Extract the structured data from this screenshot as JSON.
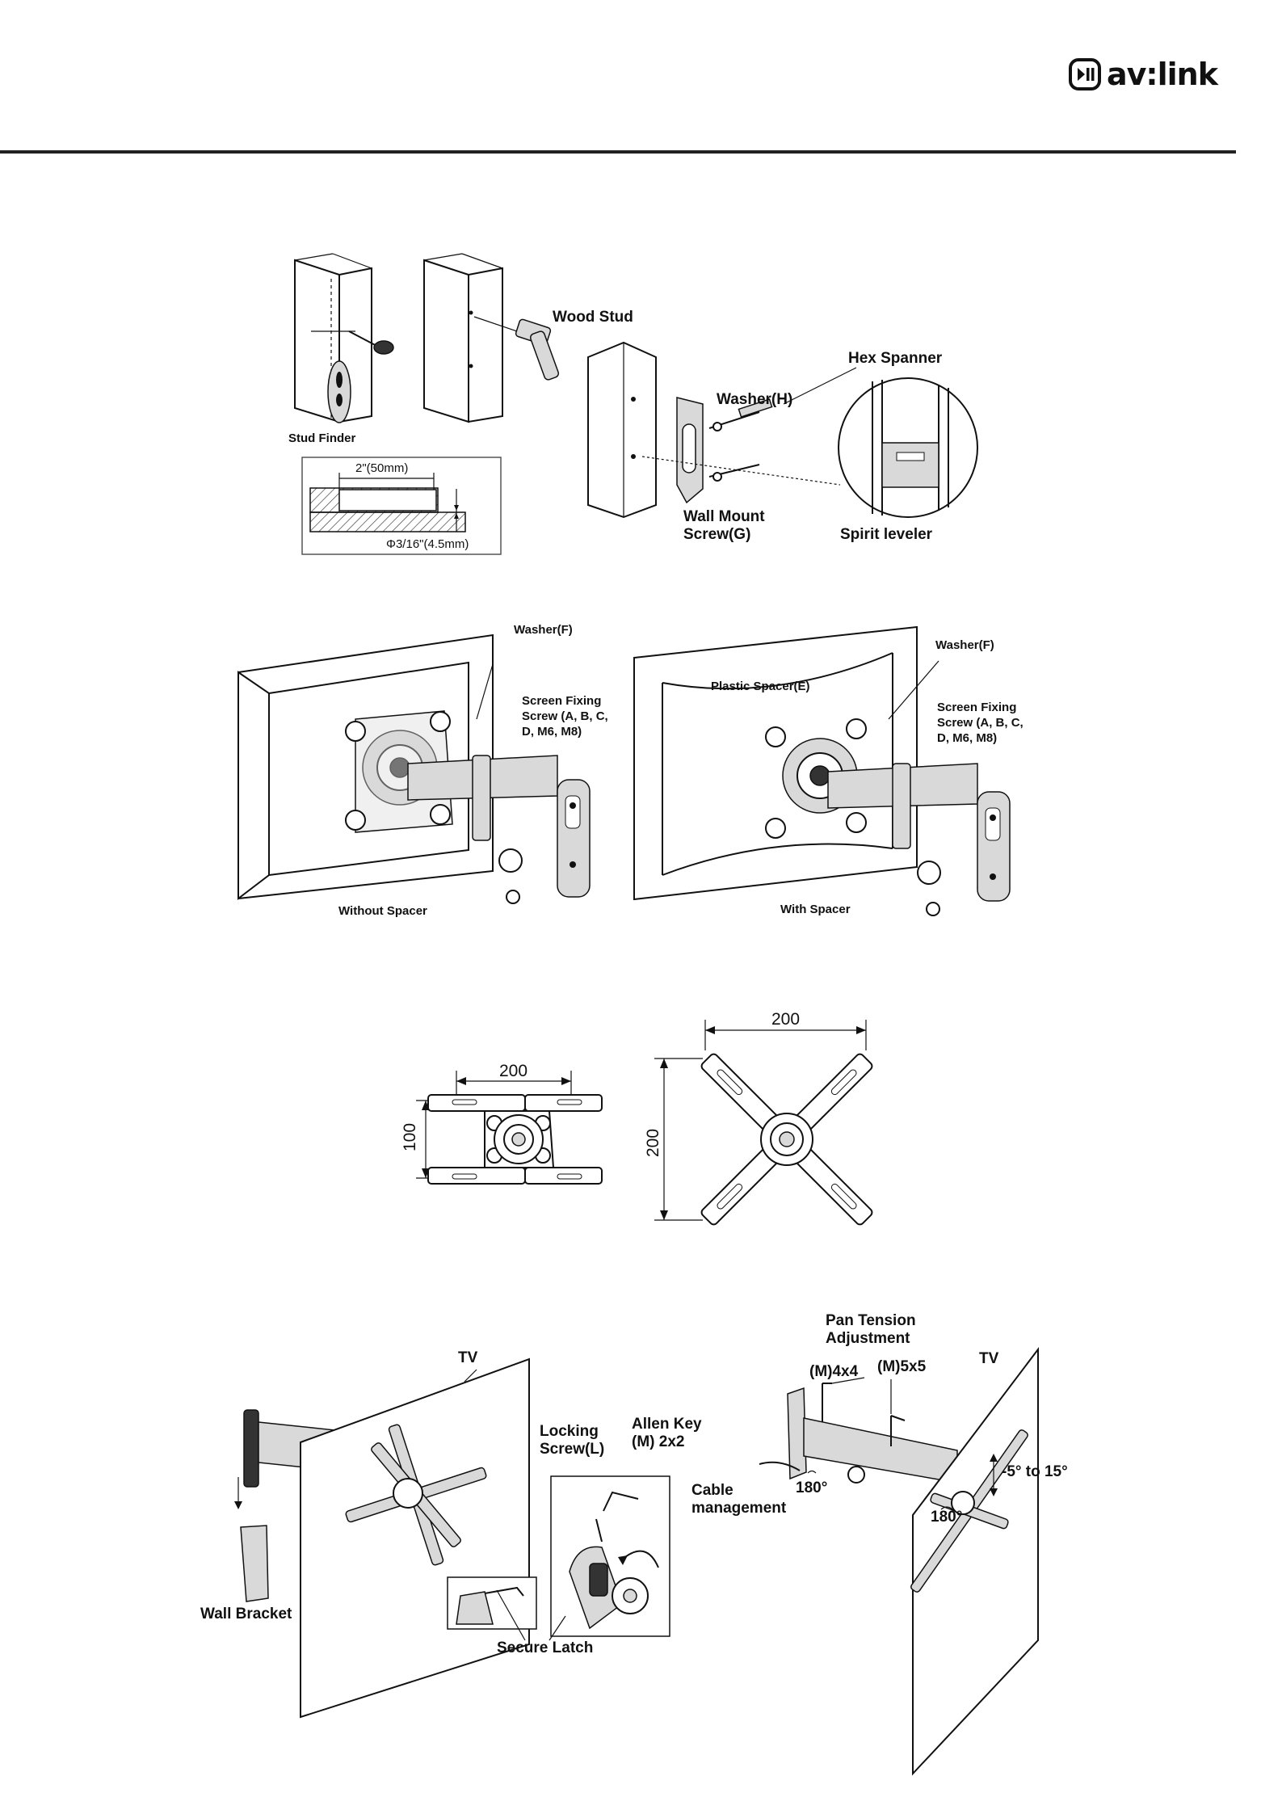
{
  "header": {
    "logo_text": "av:link"
  },
  "step1": {
    "stud_finder": "Stud Finder",
    "dim_width": "2\"(50mm)",
    "dim_drill": "Φ3/16\"(4.5mm)",
    "wood_stud": "Wood Stud",
    "hex_spanner": "Hex Spanner",
    "washer_h": "Washer(H)",
    "wall_mount_screw_1": "Wall Mount",
    "wall_mount_screw_2": "Screw(G)",
    "spirit_leveler": "Spirit leveler"
  },
  "step2": {
    "left": {
      "washer_f": "Washer(F)",
      "screw_1": "Screen Fixing",
      "screw_2": "Screw (A, B, C,",
      "screw_3": "D, M6, M8)",
      "caption": "Without Spacer"
    },
    "right": {
      "washer_f": "Washer(F)",
      "plastic_spacer": "Plastic Spacer(E)",
      "screw_1": "Screen Fixing",
      "screw_2": "Screw (A, B, C,",
      "screw_3": "D, M6, M8)",
      "caption": "With Spacer"
    }
  },
  "step3": {
    "left_width": "200",
    "left_height": "100",
    "right_width": "200",
    "right_height": "200"
  },
  "step4": {
    "tv_left": "TV",
    "wall_bracket": "Wall Bracket",
    "locking_screw_1": "Locking",
    "locking_screw_2": "Screw(L)",
    "allen_key_1": "Allen Key",
    "allen_key_2": "(M) 2x2",
    "secure_latch": "Secure Latch",
    "pan_tension_1": "Pan Tension",
    "pan_tension_2": "Adjustment",
    "m4x4": "(M)4x4",
    "m5x5": "(M)5x5",
    "tv_right": "TV",
    "cable_mgmt_1": "Cable",
    "cable_mgmt_2": "management",
    "rot_180_a": "180°",
    "rot_180_b": "180°",
    "tilt_range": "-5° to 15°"
  }
}
